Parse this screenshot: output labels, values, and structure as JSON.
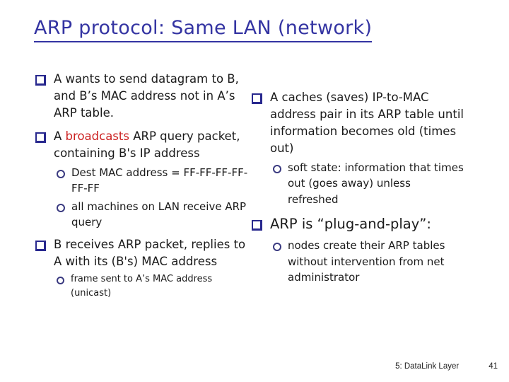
{
  "title": "ARP protocol: Same LAN (network)",
  "left": {
    "item1": "A wants to send datagram to B, and B’s MAC address not in A’s ARP table.",
    "item2": {
      "prefix": "A ",
      "highlight": "broadcasts",
      "suffix": " ARP query packet, containing B's IP address"
    },
    "item2_sub1": "Dest MAC address = FF-FF-FF-FF-FF-FF",
    "item2_sub2": "all machines on LAN receive ARP query",
    "item3": "B receives ARP packet, replies to A with its (B's) MAC address",
    "item3_sub1": "frame sent to A’s MAC address (unicast)"
  },
  "right": {
    "item1": "A caches (saves) IP-to-MAC address pair in its ARP table until information becomes old (times out)",
    "item1_sub1": "soft state: information that times out (goes away) unless refreshed",
    "item2": "ARP is “plug-and-play”:",
    "item2_sub1": "nodes create their ARP tables without intervention from net administrator"
  },
  "footer": {
    "section": "5: DataLink Layer",
    "page": "41"
  },
  "colors": {
    "title": "#3434a2",
    "bullet_outline": "#28288e",
    "sub_bullet_outline": "#3a3a80",
    "body_text": "#1a1a1a",
    "highlight_red": "#cc2222",
    "background": "#ffffff"
  }
}
